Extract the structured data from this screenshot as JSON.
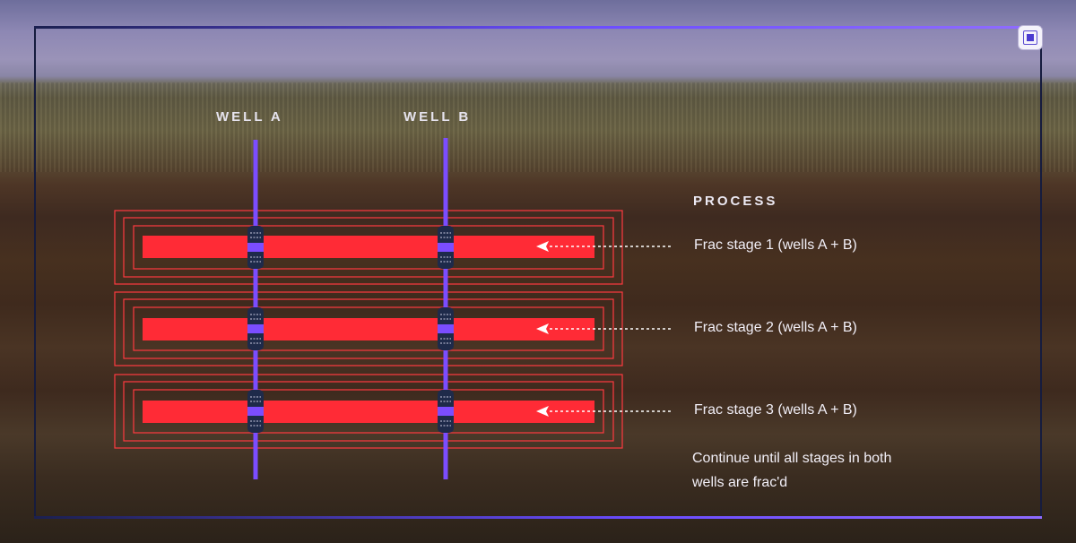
{
  "wells": [
    {
      "label": "WELL A"
    },
    {
      "label": "WELL B"
    }
  ],
  "process": {
    "title": "PROCESS",
    "stages": [
      {
        "label": "Frac stage 1 (wells A + B)"
      },
      {
        "label": "Frac stage 2 (wells A + B)"
      },
      {
        "label": "Frac stage 3 (wells A + B)"
      }
    ],
    "note": "Continue until all stages in both wells are frac'd"
  },
  "colors": {
    "frac_bar": "#ff2b36",
    "frac_outline": "#ff3a40",
    "wellbore": "#7b4dff",
    "frame_accent": "#6a4cff",
    "packer": "#1e2a4a",
    "text": "#f2eff7"
  },
  "icons": {
    "corner": "chip-icon"
  }
}
